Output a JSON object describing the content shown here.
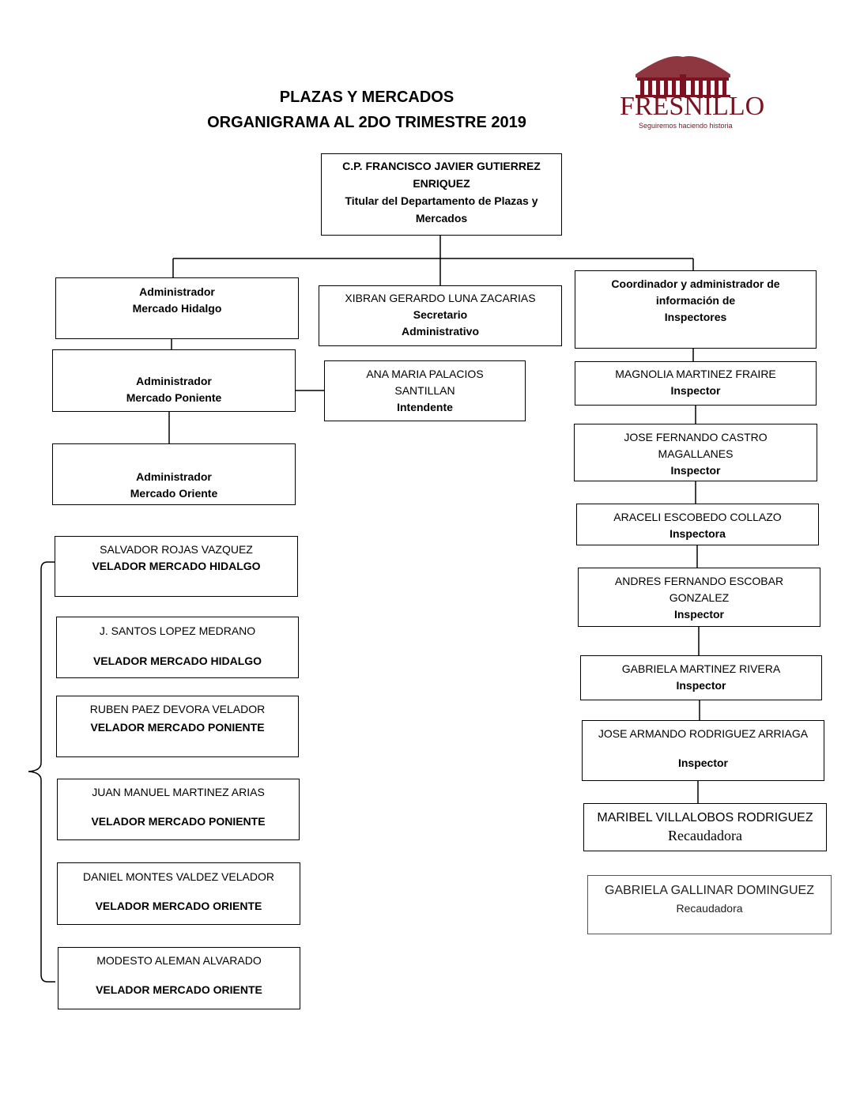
{
  "header": {
    "title_line1": "PLAZAS Y MERCADOS",
    "title_line2": "ORGANIGRAMA AL 2DO TRIMESTRE 2019"
  },
  "logo": {
    "text": "FRESNILLO",
    "tagline": "Seguiremos haciendo historia",
    "color": "#7b1420"
  },
  "head": {
    "name_line1": "C.P. FRANCISCO JAVIER GUTIERREZ",
    "name_line2": "ENRIQUEZ",
    "role_line1": "Titular del Departamento de Plazas y",
    "role_line2": "Mercados"
  },
  "admins": {
    "hidalgo": {
      "line1": "Administrador",
      "line2": "Mercado Hidalgo"
    },
    "poniente": {
      "line1": "Administrador",
      "line2": "Mercado Poniente"
    },
    "oriente": {
      "line1": "Administrador",
      "line2": "Mercado Oriente"
    }
  },
  "secretary": {
    "name": "XIBRAN GERARDO LUNA ZACARIAS",
    "role_line1": "Secretario",
    "role_line2": "Administrativo"
  },
  "intendant": {
    "name_line1": "ANA MARIA PALACIOS",
    "name_line2": "SANTILLAN",
    "role": "Intendente"
  },
  "coordinator": {
    "line1": "Coordinador y administrador de",
    "line2": "información de",
    "line3": "Inspectores"
  },
  "inspectors": [
    {
      "name_line1": "MAGNOLIA MARTINEZ FRAIRE",
      "name_line2": "",
      "role": "Inspector"
    },
    {
      "name_line1": "JOSE FERNANDO CASTRO",
      "name_line2": "MAGALLANES",
      "role": "Inspector"
    },
    {
      "name_line1": "ARACELI ESCOBEDO COLLAZO",
      "name_line2": "",
      "role": "Inspectora"
    },
    {
      "name_line1": "ANDRES FERNANDO ESCOBAR",
      "name_line2": "GONZALEZ",
      "role": "Inspector"
    },
    {
      "name_line1": "GABRIELA MARTINEZ RIVERA",
      "name_line2": "",
      "role": "Inspector"
    },
    {
      "name_line1": "JOSE ARMANDO RODRIGUEZ ARRIAGA",
      "name_line2": "",
      "role": "Inspector"
    }
  ],
  "collectors": [
    {
      "name": "MARIBEL VILLALOBOS RODRIGUEZ",
      "role": "Recaudadora"
    },
    {
      "name": "GABRIELA GALLINAR DOMINGUEZ",
      "role": "Recaudadora"
    }
  ],
  "watchmen": [
    {
      "name": "SALVADOR ROJAS VAZQUEZ",
      "role": "VELADOR MERCADO HIDALGO"
    },
    {
      "name": "J. SANTOS LOPEZ MEDRANO",
      "role": "VELADOR MERCADO HIDALGO"
    },
    {
      "name": "RUBEN PAEZ DEVORA VELADOR",
      "role": "VELADOR MERCADO PONIENTE"
    },
    {
      "name": "JUAN MANUEL MARTINEZ ARIAS",
      "role": "VELADOR MERCADO PONIENTE"
    },
    {
      "name": "DANIEL MONTES VALDEZ VELADOR",
      "role": "VELADOR MERCADO ORIENTE"
    },
    {
      "name": "MODESTO ALEMAN ALVARADO",
      "role": "VELADOR MERCADO ORIENTE"
    }
  ]
}
